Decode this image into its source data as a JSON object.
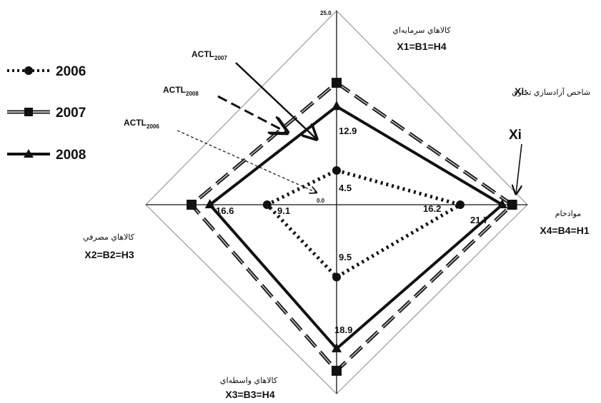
{
  "chart_data": {
    "type": "radar",
    "max": 25.0,
    "min": 0.0,
    "tick_labels": {
      "max": "25.0",
      "min": "0.0"
    },
    "axes": [
      {
        "id": "X1",
        "fa": "کالاهاي سرمايه‌اي",
        "code": "X1=B1=H4"
      },
      {
        "id": "X4",
        "fa": "موادخام",
        "code": "X4=B4=H1"
      },
      {
        "id": "X3",
        "fa": "کالاهاي واسطه‌اي",
        "code": "X3=B3=H4"
      },
      {
        "id": "X2",
        "fa": "کالاهاي مصرفي",
        "code": "X2=B2=H3"
      }
    ],
    "series": [
      {
        "name": "2006",
        "style": "dotted",
        "marker": "circle",
        "values": [
          4.5,
          16.2,
          9.5,
          9.1
        ]
      },
      {
        "name": "2007",
        "style": "dashed",
        "marker": "square",
        "values": [
          16.0,
          23.0,
          21.8,
          19.0
        ]
      },
      {
        "name": "2008",
        "style": "solid",
        "marker": "triangle",
        "values": [
          12.9,
          21.7,
          18.9,
          16.6
        ]
      }
    ],
    "value_labels": [
      {
        "text": "12.9",
        "series": 2,
        "axis": 0
      },
      {
        "text": "4.5",
        "series": 0,
        "axis": 0
      },
      {
        "text": "16.2",
        "series": 0,
        "axis": 1
      },
      {
        "text": "21.7",
        "series": 2,
        "axis": 1
      },
      {
        "text": "9.5",
        "series": 0,
        "axis": 2
      },
      {
        "text": "18.9",
        "series": 2,
        "axis": 2
      },
      {
        "text": "9.1",
        "series": 0,
        "axis": 3
      },
      {
        "text": "16.6",
        "series": 2,
        "axis": 3
      }
    ],
    "annotations": {
      "xi_note": "شاخص آزادسازي تجاري",
      "xi_note_key": "Xi:",
      "xi_label": "Xi",
      "actl": [
        {
          "base": "ACTL",
          "sub": "2007"
        },
        {
          "base": "ACTL",
          "sub": "2008"
        },
        {
          "base": "ACTL",
          "sub": "2006"
        }
      ]
    }
  }
}
